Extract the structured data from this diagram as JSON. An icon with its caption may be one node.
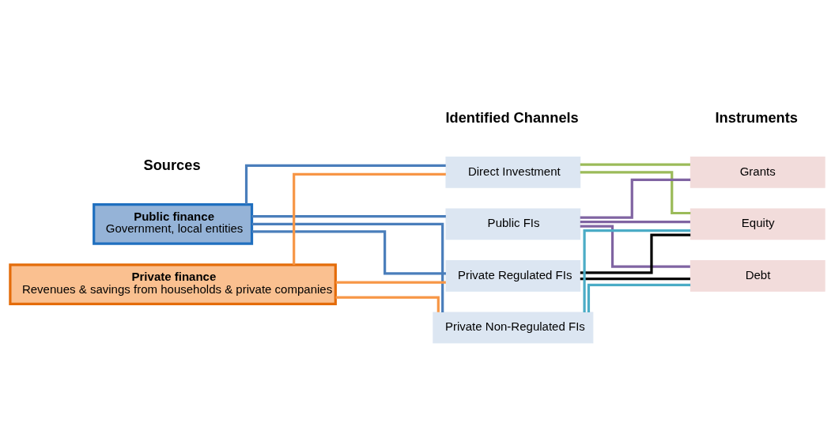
{
  "diagram": {
    "nodes": [
      {
        "text": [
          "Public finance",
          "Government, local entities"
        ]
      },
      {
        "text": [
          "Private finance",
          "Revenues & savings from households & private companies"
        ]
      },
      {
        "text": [
          "Direct Investment"
        ]
      },
      {
        "text": [
          "Public FIs"
        ]
      },
      {
        "text": [
          "Private Regulated FIs"
        ]
      },
      {
        "text": [
          "Private Non-Regulated FIs"
        ]
      },
      {
        "text": [
          "Grants"
        ]
      },
      {
        "text": [
          "Equity"
        ]
      },
      {
        "text": [
          "Debt"
        ]
      }
    ],
    "edges": [
      {
        "from": 0,
        "to": 2,
        "arrow": "none",
        "color": "#4a7ebb"
      },
      {
        "from": 0,
        "to": 3,
        "arrow": "none",
        "color": "#4a7ebb"
      },
      {
        "from": 0,
        "to": 4,
        "arrow": "none",
        "color": "#4a7ebb"
      },
      {
        "from": 0,
        "to": 5,
        "arrow": "none",
        "color": "#4a7ebb"
      },
      {
        "from": 1,
        "to": 2,
        "arrow": "none",
        "color": "#f79646"
      },
      {
        "from": 1,
        "to": 4,
        "arrow": "none",
        "color": "#f79646"
      },
      {
        "from": 1,
        "to": 5,
        "arrow": "none",
        "color": "#f79646"
      },
      {
        "from": 2,
        "to": 6,
        "arrow": "none",
        "color": "#9bbb59"
      },
      {
        "from": 2,
        "to": 7,
        "arrow": "none",
        "color": "#9bbb59"
      },
      {
        "from": 3,
        "to": 6,
        "arrow": "none",
        "color": "#8064a2"
      },
      {
        "from": 3,
        "to": 7,
        "arrow": "none",
        "color": "#8064a2"
      },
      {
        "from": 3,
        "to": 8,
        "arrow": "none",
        "color": "#8064a2"
      },
      {
        "from": 4,
        "to": 7,
        "arrow": "none",
        "color": "#000000"
      },
      {
        "from": 4,
        "to": 8,
        "arrow": "none",
        "color": "#000000"
      },
      {
        "from": 5,
        "to": 7,
        "arrow": "none",
        "color": "#4bacc6"
      },
      {
        "from": 5,
        "to": 8,
        "arrow": "none",
        "color": "#4bacc6"
      }
    ],
    "labels": [
      "Sources",
      "Identified Channels",
      "Instruments"
    ]
  }
}
